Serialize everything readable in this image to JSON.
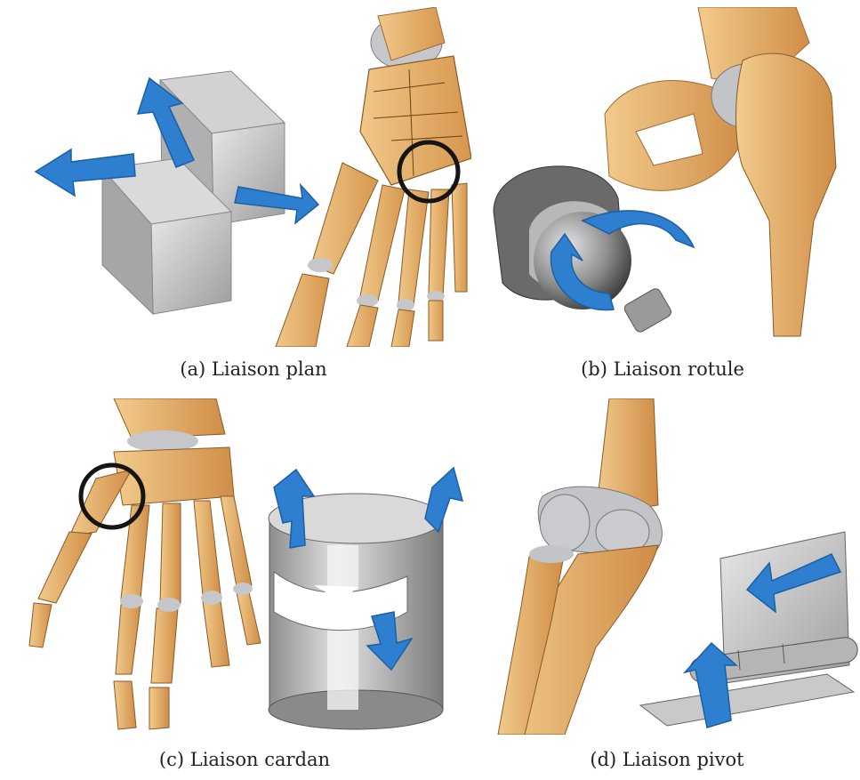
{
  "figure": {
    "panels": [
      {
        "id": "a",
        "caption": "(a) Liaison plan"
      },
      {
        "id": "b",
        "caption": "(b) Liaison rotule"
      },
      {
        "id": "c",
        "caption": "(c) Liaison cardan"
      },
      {
        "id": "d",
        "caption": "(d) Liaison pivot"
      }
    ]
  },
  "colors": {
    "bone": "#e8b875",
    "bone_shadow": "#c88a45",
    "cartilage": "#b9bcc1",
    "metal_light": "#dcdcdc",
    "metal_mid": "#a8a8a8",
    "metal_dark": "#5e5e5e",
    "arrow_blue": "#2e7fd0",
    "highlight_circle": "#151515"
  },
  "icons": {
    "a": [
      "sliding-cubes-illustration",
      "foot-skeleton-illustration",
      "joint-highlight-circle"
    ],
    "b": [
      "ball-and-socket-illustration",
      "hip-joint-illustration"
    ],
    "c": [
      "hand-skeleton-illustration",
      "universal-joint-cylinder-illustration",
      "joint-highlight-circle"
    ],
    "d": [
      "elbow-joint-illustration",
      "hinge-illustration"
    ]
  }
}
